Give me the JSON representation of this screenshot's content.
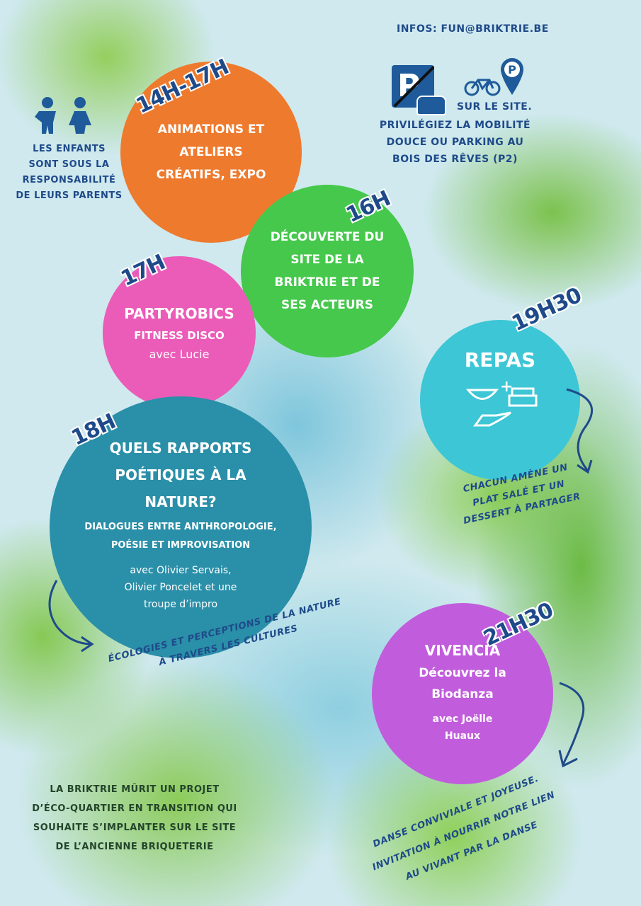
{
  "infos": "INFOS: FUN@BRIKTRIE.BE",
  "parking": {
    "icons": [
      "no-parking-icon",
      "car-icon",
      "bicycle-icon",
      "parking-pin-icon"
    ],
    "line1": "SUR LE SITE.",
    "lines": [
      "PRIVILÉGIEZ LA MOBILITÉ",
      "DOUCE OU PARKING AU",
      "BOIS DES RÊVES (P2)"
    ]
  },
  "kids": {
    "lines": [
      "LES ENFANTS",
      "SONT SOUS LA",
      "RESPONSABILITÉ",
      "DE LEURS PARENTS"
    ]
  },
  "events": [
    {
      "time": "14H-17H",
      "lines": [
        "ANIMATIONS ET",
        "ATELIERS",
        "CRÉATIFS, EXPO"
      ],
      "color": "#ee7a2e"
    },
    {
      "time": "16H",
      "lines": [
        "DÉCOUVERTE DU",
        "SITE DE LA",
        "BRIKTRIE ET DE",
        "SES ACTEURS"
      ],
      "color": "#45c84c"
    },
    {
      "time": "17H",
      "title": "PARTYROBICS",
      "sub": "FITNESS DISCO",
      "with": "avec Lucie",
      "color": "#ea5cb8"
    },
    {
      "time": "18H",
      "title": [
        "QUELS RAPPORTS",
        "POÉTIQUES À LA",
        "NATURE?"
      ],
      "sub": [
        "DIALOGUES ENTRE ANTHROPOLOGIE,",
        "POÉSIE ET IMPROVISATION"
      ],
      "with": [
        "avec Olivier Servais,",
        "Olivier Poncelet et une",
        "troupe d’impro"
      ],
      "color": "#2a8fa8"
    },
    {
      "time": "19H30",
      "title": "REPAS",
      "color": "#3dc6d5"
    },
    {
      "time": "21H30",
      "title": "VIVENCIA",
      "sub": [
        "Découvrez la",
        "Biodanza"
      ],
      "with": [
        "avec Joëlle",
        "Huaux"
      ],
      "color": "#c15ddc"
    }
  ],
  "notes": {
    "repas": [
      "CHACUN AMÈNE UN",
      "PLAT SALÉ ET UN",
      "DESSERT À PARTAGER"
    ],
    "ecologies": [
      "ÉCOLOGIES ET PERCEPTIONS DE LA NATURE",
      "À TRAVERS LES CULTURES"
    ],
    "danse": [
      "DANSE CONVIVIALE ET JOYEUSE.",
      "INVITATION À NOURRIR NOTRE LIEN",
      "AU VIVANT PAR LA DANSE"
    ],
    "briktrie": [
      "LA BRIKTRIE MÛRIT UN PROJET",
      "D’ÉCO-QUARTIER EN TRANSITION QUI",
      "SOUHAITE S’IMPLANTER SUR LE SITE",
      "DE L’ANCIENNE BRIQUETERIE"
    ]
  }
}
